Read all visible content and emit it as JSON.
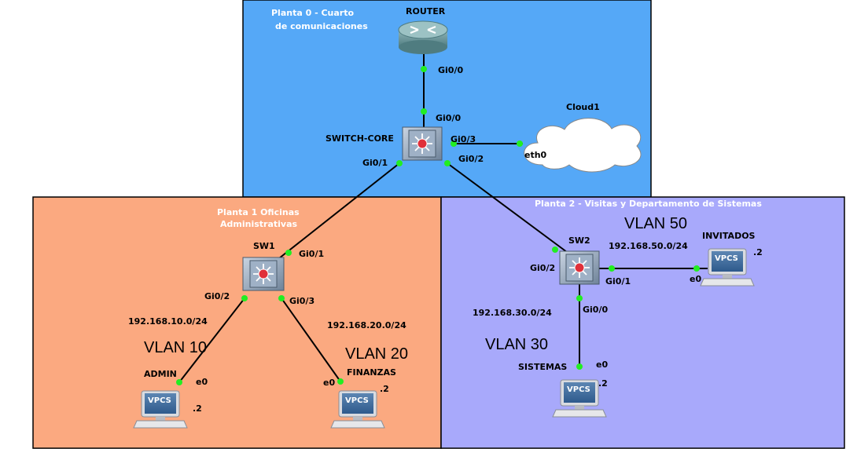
{
  "zones": {
    "planta0": {
      "title_line1": "Planta 0 - Cuarto",
      "title_line2": "de comunicaciones",
      "color": "#55a8f7"
    },
    "planta1": {
      "title_line1": "Planta 1 Oficinas",
      "title_line2": "Administrativas",
      "color": "#fba980"
    },
    "planta2": {
      "title": "Planta 2 - Visitas y Departamento de Sistemas",
      "color": "#a8a9fb"
    }
  },
  "devices": {
    "router": "ROUTER",
    "switch_core": "SWITCH-CORE",
    "cloud": "Cloud1",
    "sw1": "SW1",
    "sw2": "SW2",
    "admin": "ADMIN",
    "finanzas": "FINANZAS",
    "sistemas": "SISTEMAS",
    "invitados": "INVITADOS",
    "vpcs_text": "VPCS"
  },
  "ports": {
    "router_gi00": "Gi0/0",
    "core_gi00": "Gi0/0",
    "core_gi03": "Gi0/3",
    "cloud_eth0": "eth0",
    "core_gi01": "Gi0/1",
    "core_gi02": "Gi0/2",
    "sw1_gi01": "Gi0/1",
    "sw1_gi02": "Gi0/2",
    "sw1_gi03": "Gi0/3",
    "sw2_gi02": "Gi0/2",
    "sw2_gi01": "Gi0/1",
    "sw2_gi00": "Gi0/0",
    "admin_e0": "e0",
    "finanzas_e0": "e0",
    "sistemas_e0": "e0",
    "invitados_e0": "e0"
  },
  "networks": {
    "vlan10_name": "VLAN 10",
    "vlan10_net": "192.168.10.0/24",
    "vlan20_name": "VLAN 20",
    "vlan20_net": "192.168.20.0/24",
    "vlan30_name": "VLAN 30",
    "vlan30_net": "192.168.30.0/24",
    "vlan50_name": "VLAN 50",
    "vlan50_net": "192.168.50.0/24"
  },
  "hosts": {
    "admin_ip": ".2",
    "finanzas_ip": ".2",
    "sistemas_ip": ".2",
    "invitados_ip": ".2"
  },
  "icons": {
    "router": "router-icon",
    "switch": "multilayer-switch-icon",
    "cloud": "cloud-icon",
    "pc": "vpcs-computer-icon"
  }
}
